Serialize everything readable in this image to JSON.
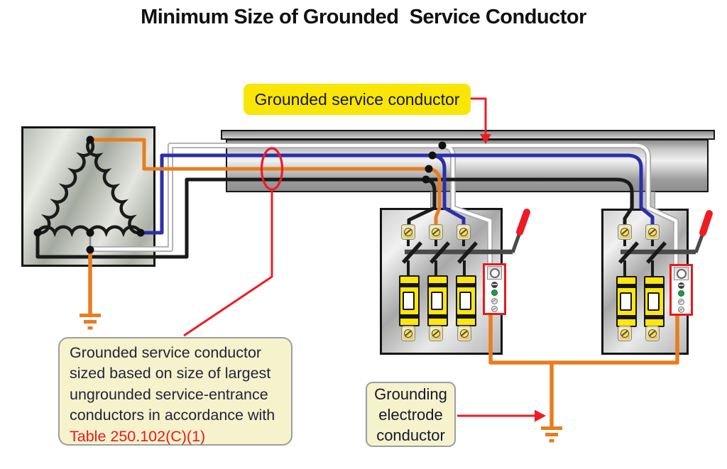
{
  "header": {
    "title": "Minimum Size of Grounded  Service Conductor"
  },
  "callouts": {
    "grounded_service_label": "Grounded service conductor",
    "grounding_electrode_label": "Grounding electrode conductor",
    "note": {
      "lines": [
        "Grounded service conductor",
        "sized based on size of largest",
        "ungrounded service-entrance",
        "conductors in accordance with"
      ],
      "reference": "Table 250.102(C)(1)"
    }
  },
  "icons": {
    "delta_winding": "transformer-delta-winding-icon",
    "earth_ground": "earth-ground-icon",
    "disconnect_lever": "disconnect-lever-icon",
    "callout_ellipse": "red-highlight-ellipse"
  },
  "colors": {
    "leader_red": "#ed1c24",
    "wire_orange": "#e87d1f",
    "wire_blue": "#2b2fa8",
    "wire_black": "#1a1a1a",
    "wire_white_neutral": "#ffffff",
    "label_yellow": "#f9e606",
    "note_cream": "#f6f2cc",
    "fuse_yellow": "#ffe60e",
    "indicator_green": "#1e9e40"
  }
}
